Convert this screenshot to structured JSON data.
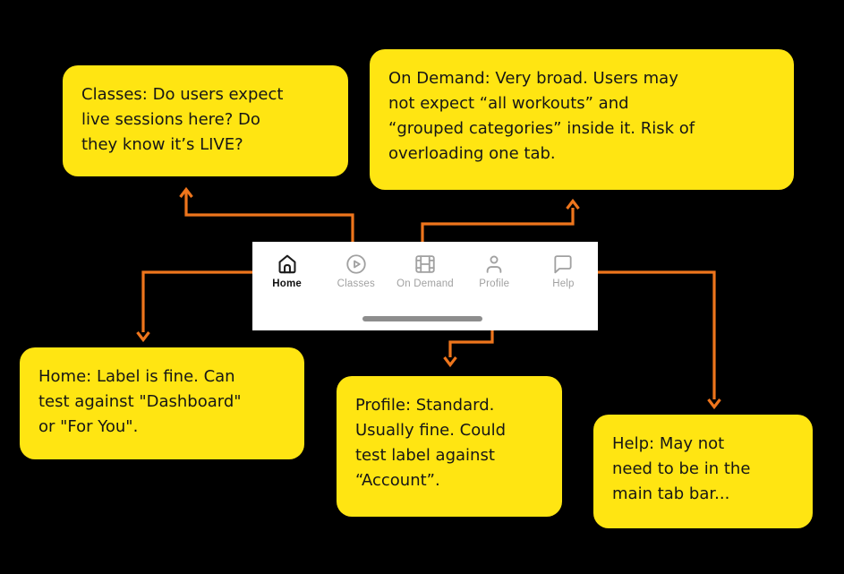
{
  "palette": {
    "background": "#000000",
    "sticky_yellow": "#FFE512",
    "arrow_orange": "#EE751C",
    "note_text": "#161616",
    "tabbar_background": "#FFFFFF",
    "tab_active": "#1C1C1C",
    "tab_inactive": "#A1A1A1",
    "home_indicator_gray": "#8D8D8D"
  },
  "stickies": {
    "classes": {
      "text": "Classes: Do users expect\nlive sessions here? Do\nthey know it’s LIVE?"
    },
    "on_demand": {
      "text": "On Demand: Very broad. Users may\nnot expect “all workouts” and\n“grouped categories” inside it. Risk of\noverloading one tab."
    },
    "home": {
      "text": "Home: Label is fine. Can\ntest against \"Dashboard\"\nor \"For You\"."
    },
    "profile": {
      "text": "Profile: Standard.\nUsually fine. Could\ntest label against\n“Account”."
    },
    "help": {
      "text": "Help: May not\nneed to be in the\nmain tab bar..."
    }
  },
  "tabbar": {
    "items": [
      {
        "label": "Home",
        "icon": "home-icon",
        "active": true
      },
      {
        "label": "Classes",
        "icon": "play-circle-icon",
        "active": false
      },
      {
        "label": "On Demand",
        "icon": "film-icon",
        "active": false
      },
      {
        "label": "Profile",
        "icon": "user-icon",
        "active": false
      },
      {
        "label": "Help",
        "icon": "chat-bubble-icon",
        "active": false
      }
    ]
  }
}
